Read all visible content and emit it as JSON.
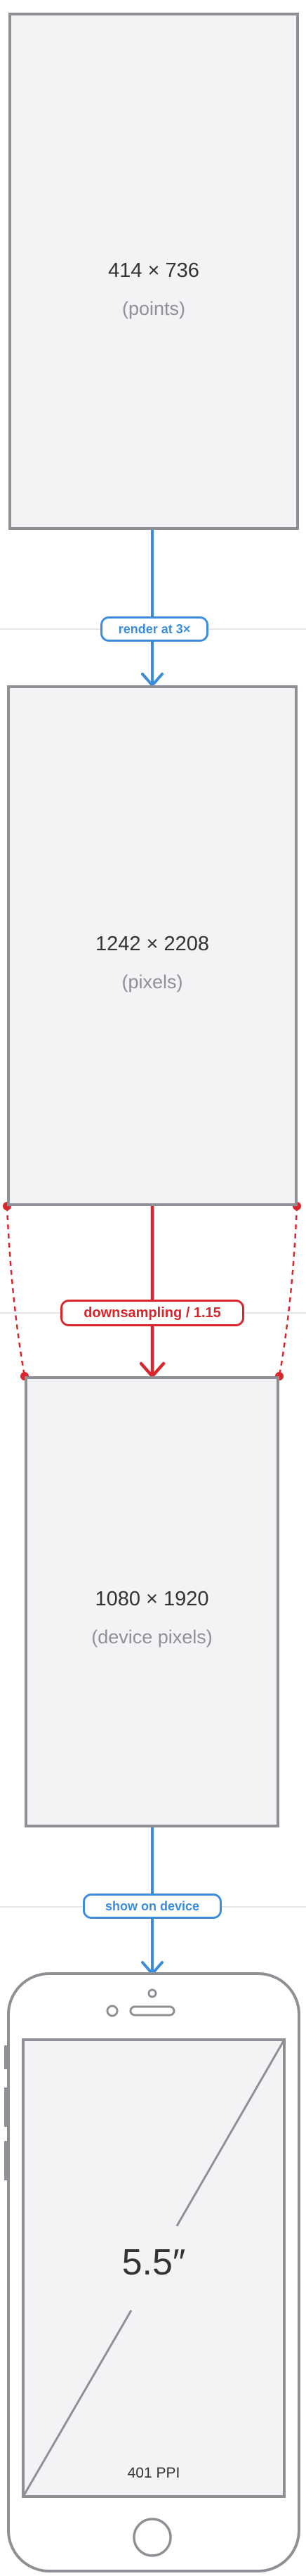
{
  "boxes": {
    "points": {
      "dimensions": "414 × 736",
      "unit": "(points)"
    },
    "pixels": {
      "dimensions": "1242 × 2208",
      "unit": "(pixels)"
    },
    "device": {
      "dimensions": "1080 × 1920",
      "unit": "(device pixels)"
    }
  },
  "steps": {
    "render": "render at 3×",
    "downsample": "downsampling / 1.15",
    "show": "show on device"
  },
  "phone": {
    "diagonal": "5.5″",
    "density": "401 PPI"
  },
  "colors": {
    "box_fill": "#f2f3f5",
    "box_border": "#8e9096",
    "flow_blue": "#3b8ddc",
    "downsample_red": "#d9262c"
  }
}
